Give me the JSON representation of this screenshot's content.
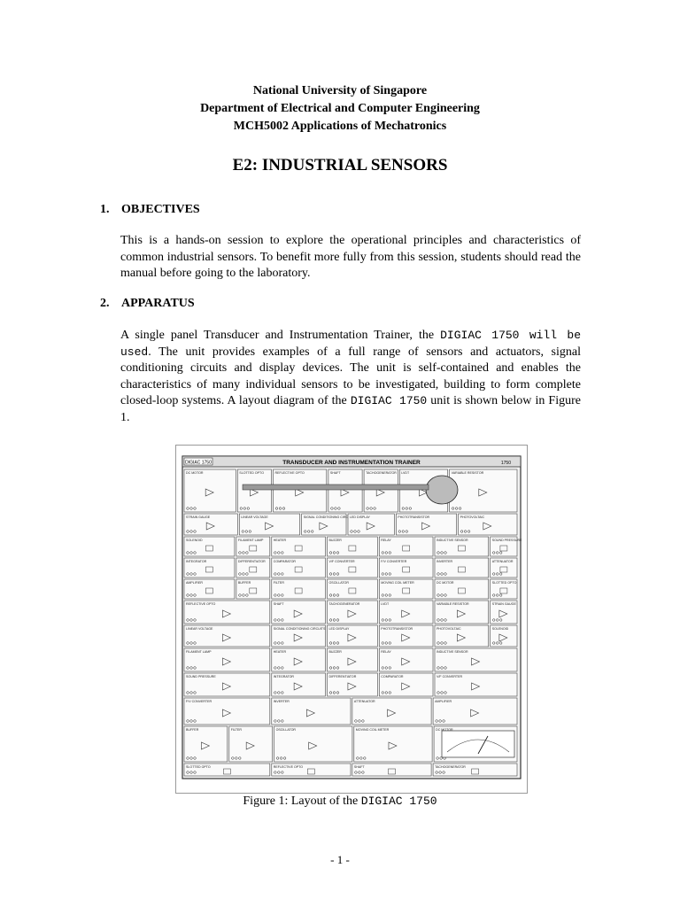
{
  "header": {
    "line1": "National University of Singapore",
    "line2": "Department of Electrical and Computer Engineering",
    "line3": "MCH5002 Applications of Mechatronics"
  },
  "title": "E2: INDUSTRIAL SENSORS",
  "sections": [
    {
      "number": "1.",
      "heading": "OBJECTIVES",
      "paragraph": "This is a hands-on session to explore the operational principles and characteristics of common industrial sensors. To benefit more fully from this session, students should read the manual before going to the laboratory."
    },
    {
      "number": "2.",
      "heading": "APPARATUS",
      "paragraph_parts": {
        "p1": "A single panel Transducer and Instrumentation Trainer, the ",
        "code1": "DIGIAC 1750 will be used",
        "p2": ". The unit provides examples of a full range of sensors and actuators, signal conditioning circuits and display devices. The unit is self-contained and enables the characteristics of many individual sensors to be investigated, building to form complete closed-loop systems. A layout diagram of the ",
        "code2": "DIGIAC 1750",
        "p3": " unit is shown below in Figure 1."
      }
    }
  ],
  "figure": {
    "panel_title": "TRANSDUCER AND INSTRUMENTATION TRAINER",
    "panel_mark": "DIGIAC 1750",
    "panel_code": "1750",
    "module_labels": [
      "DC MOTOR",
      "SLOTTED OPTO",
      "REFLECTIVE OPTO",
      "SHAFT",
      "TACHOGENERATOR",
      "LVDT",
      "VARIABLE RESISTOR",
      "STRAIN GAUGE",
      "LINEAR VOLTAGE",
      "SIGNAL CONDITIONING CIRCUITS",
      "LED DISPLAY",
      "PHOTOTRANSISTOR",
      "PHOTOVOLTAIC",
      "SOLENOID",
      "FILAMENT LAMP",
      "HEATER",
      "BUZZER",
      "RELAY",
      "INDUCTIVE SENSOR",
      "SOUND PRESSURE",
      "INTEGRATOR",
      "DIFFERENTIATOR",
      "COMPARATOR",
      "V/F CONVERTER",
      "F/V CONVERTER",
      "INVERTER",
      "ATTENUATOR",
      "AMPLIFIER",
      "BUFFER",
      "FILTER",
      "OSCILLATOR",
      "MOVING COIL METER"
    ],
    "caption_prefix": "Figure 1: Layout of the ",
    "caption_code": "DIGIAC 1750"
  },
  "footer": {
    "page": "- 1 -"
  }
}
